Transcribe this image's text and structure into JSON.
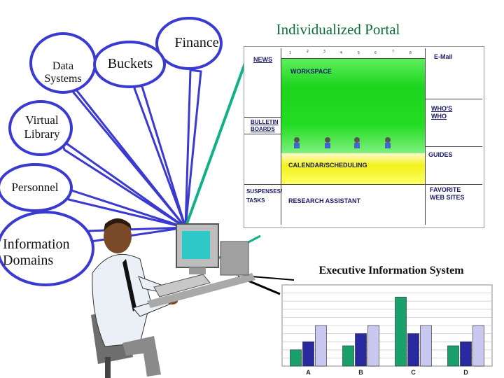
{
  "bubbles": {
    "finance": "Finance",
    "data_systems_line1": "Data",
    "data_systems_line2": "Systems",
    "buckets": "Buckets",
    "virtual_library_line1": "Virtual",
    "virtual_library_line2": "Library",
    "personnel": "Personnel",
    "info_domains_line1": "Information",
    "info_domains_line2": "Domains"
  },
  "portal": {
    "title": "Individualized Portal",
    "news": "NEWS",
    "workspace": "WORKSPACE",
    "email": "E-Mail",
    "tabs": [
      "1",
      "2",
      "3",
      "4",
      "5",
      "6",
      "7",
      "8"
    ],
    "bulletin_line1": "BULLETIN",
    "bulletin_line2": "BOARDS",
    "whos_who_line1": "WHO'S",
    "whos_who_line2": "WHO",
    "guides": "GUIDES",
    "calendar": "CALENDAR/SCHEDULING",
    "suspenses_line1": "SUSPENSES/",
    "suspenses_line2": "TASKS",
    "research": "RESEARCH ASSISTANT",
    "favorites_line1": "FAVORITE",
    "favorites_line2": "WEB SITES"
  },
  "eis": {
    "title": "Executive Information System"
  },
  "colors": {
    "bubble_border": "#3a3ad0",
    "portal_green": "#22dd22",
    "portal_yellow": "#f2f21a",
    "bar_teal": "#1aa06a",
    "bar_navy": "#2a2aa0",
    "bar_lavender": "#c8c8f0"
  },
  "chart_data": {
    "type": "bar",
    "categories": [
      "A",
      "B",
      "C",
      "D"
    ],
    "series": [
      {
        "values": [
          4,
          5,
          17,
          5
        ]
      },
      {
        "values": [
          6,
          8,
          8,
          6
        ]
      },
      {
        "values": [
          10,
          10,
          10,
          10
        ]
      }
    ],
    "ylim": [
      0,
      20
    ],
    "grid": true
  }
}
